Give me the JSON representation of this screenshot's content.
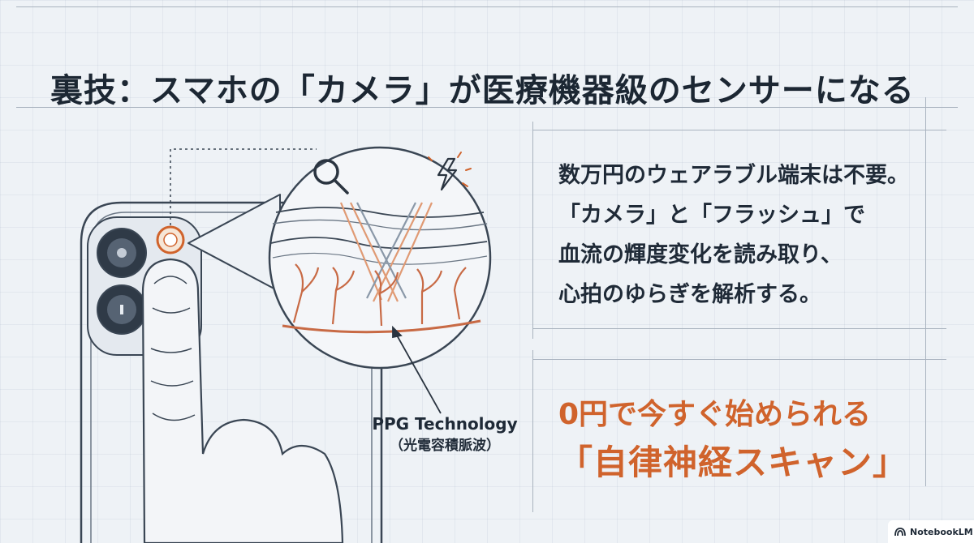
{
  "title": "裏技：スマホの「カメラ」が医療機器級のセンサーになる",
  "body_lines": [
    "数万円のウェアラブル端末は不要。",
    "「カメラ」と「フラッシュ」で",
    "血流の輝度変化を読み取り、",
    "心拍のゆらぎを解析する。"
  ],
  "cta": {
    "line1": "0円で今すぐ始められる",
    "line2": "「自律神経スキャン」",
    "color": "#d0632c"
  },
  "ppg": {
    "name": "PPG Technology",
    "sub": "（光電容積脈波）"
  },
  "badge": {
    "icon": "notebooklm-logo-icon",
    "label": "NotebookLM"
  },
  "icons": {
    "magnifier": "magnifier-icon",
    "flash": "flash-icon"
  },
  "colors": {
    "accent": "#d0632c",
    "ink": "#1f2a37",
    "line": "#a9b3bf"
  }
}
